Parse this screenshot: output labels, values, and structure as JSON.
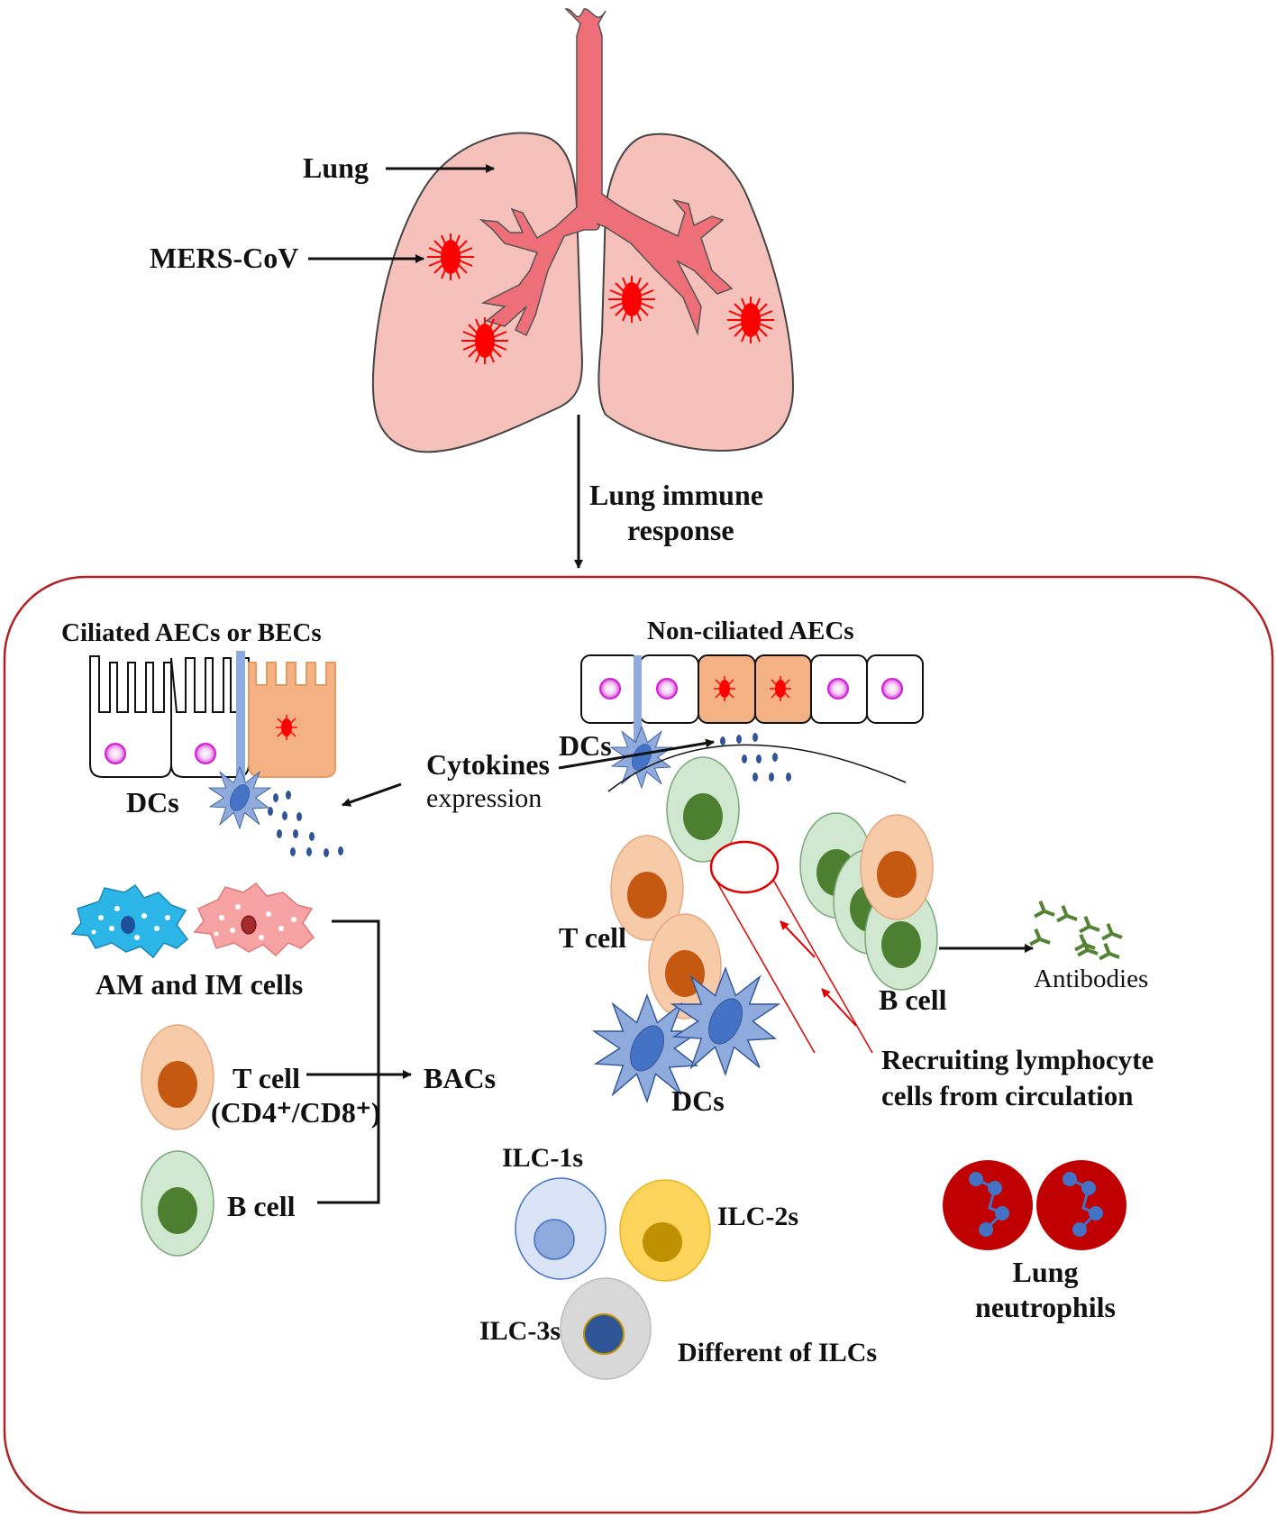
{
  "colors": {
    "lung_fill": "#f7c1bb",
    "airway_fill": "#ef6f78",
    "virus": "#ff0000",
    "frame": "#b22222",
    "t_cell": "#f7cba8",
    "t_nucleus": "#c65911",
    "b_cell": "#cfe8cf",
    "b_nucleus": "#4d7f30",
    "dc": "#6a8fd8",
    "am": "#2cb6e8",
    "im": "#f7a3a3",
    "ilc1": "#dae4f6",
    "ilc2": "#fcd45c",
    "ilc3": "#d8d8d8",
    "neutrophil": "#c00000",
    "antibody": "#548235",
    "infected_cell": "#f4b183",
    "cytokine": "#2f5597"
  },
  "labels": {
    "lung": "Lung",
    "mers": "MERS-CoV",
    "immune_response_line1": "Lung immune",
    "immune_response_line2": "response",
    "ciliated": "Ciliated AECs or BECs",
    "nonciliated": "Non-ciliated AECs",
    "dcs_left": "DCs",
    "dcs_right": "DCs",
    "dcs_bottom": "DCs",
    "cytokines_line1": "Cytokines",
    "cytokines_line2": "expression",
    "am_im": "AM and IM cells",
    "t_cell_right": "T cell",
    "t_cell_left": "T cell",
    "cd4_cd8": "(CD4⁺/CD8⁺)",
    "bacs": "BACs",
    "b_cell_left": "B cell",
    "b_cell_right": "B cell",
    "antibodies": "Antibodies",
    "recruit_line1": "Recruiting lymphocyte",
    "recruit_line2": "cells from circulation",
    "ilc1": "ILC-1s",
    "ilc2": "ILC-2s",
    "ilc3": "ILC-3s",
    "different_ilcs": "Different of ILCs",
    "neutrophils_line1": "Lung",
    "neutrophils_line2": "neutrophils"
  }
}
